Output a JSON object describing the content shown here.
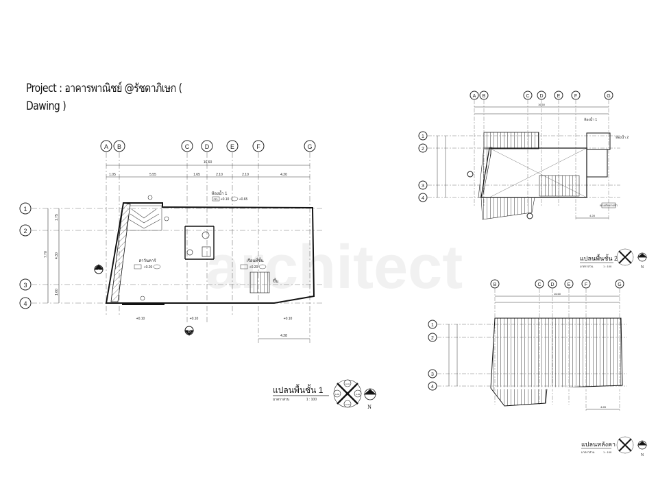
{
  "title": {
    "line1": "Project : อาคารพาณิชย์ @รัชดาภิเษก (",
    "line2": "Dawing )"
  },
  "plan1": {
    "grid_cols": [
      "A",
      "B",
      "C",
      "D",
      "E",
      "F",
      "G"
    ],
    "grid_rows": [
      "1",
      "2",
      "3",
      "4"
    ],
    "overall_dim": "16.60",
    "col_dims": [
      "1.05",
      "5.55",
      "1.65",
      "2.10",
      "2.10",
      "4.20"
    ],
    "row_dims": [
      "1.75",
      "4.30",
      "1.60"
    ],
    "total_row_dim": "7.70",
    "room_toilet": "ห้องน้ำ 1",
    "room_toilet_levels": [
      "FFL",
      "+0.10",
      "+0.65"
    ],
    "room_a": "สาวันคาร์",
    "room_a_level": "+0.20",
    "room_b": "เรือนที่ชั้น",
    "room_b_level": "+0.20",
    "stair_label": "ขึ้น",
    "ext_levels": [
      "+0.10",
      "+0.10",
      "+0.10"
    ],
    "bottom_dim": "4.28",
    "section_marks": [
      "A",
      "B"
    ],
    "plan_title": "แปลนพื้นชั้น 1",
    "scale_label": "มาตราส่วน",
    "scale": "1 : 100",
    "north": "N",
    "sym_labels": [
      "A-01",
      "A-02",
      "A-03",
      "A-04"
    ]
  },
  "plan2": {
    "grid_cols": [
      "A",
      "B",
      "C",
      "D",
      "E",
      "F",
      "G"
    ],
    "grid_rows": [
      "1",
      "2",
      "3",
      "4"
    ],
    "overall_dim": "16.60",
    "room_toilet": "ห้องน้ำ 1",
    "room_toilet2": "ห้องน้ำ 2",
    "note": "ทางเดินดาดฟ้า",
    "bottom_dim": "4.28",
    "plan_title": "แปลนพื้นชั้น 2",
    "scale_label": "มาตราส่วน",
    "scale": "1 : 100",
    "north": "N"
  },
  "plan3": {
    "grid_cols": [
      "B",
      "C",
      "D",
      "E",
      "F",
      "G"
    ],
    "grid_rows": [
      "1",
      "2",
      "3",
      "4"
    ],
    "overall_dim": "16.60",
    "bottom_dim": "4.28",
    "plan_title": "แปลนหลังคา",
    "scale_label": "มาตราส่วน",
    "scale": "1 : 100",
    "north": "N"
  },
  "watermark": "architect"
}
